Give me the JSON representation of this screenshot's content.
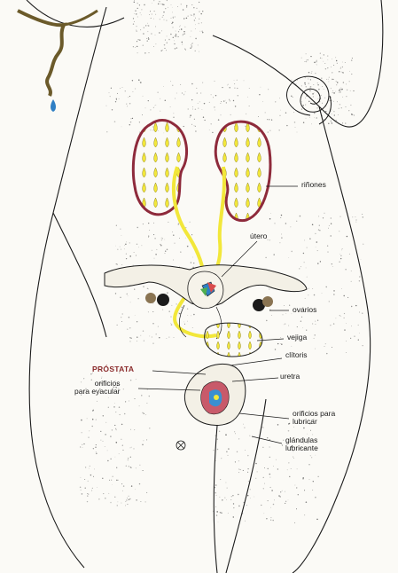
{
  "diagram": {
    "labels": {
      "rinones": "riñones",
      "utero": "útero",
      "ovarios": "ovarios",
      "vejiga": "vejiga",
      "clitoris": "clítoris",
      "prostata": "PRÓSTATA",
      "uretra": "uretra",
      "orificios_eyacular": "orificios\npara eyacular",
      "orificios_lubricar": "orificios para\nlubricar",
      "glandulas_lubricante": "glándulas\nlubricante"
    },
    "colors": {
      "line": "#1b1b1b",
      "yellow": "#f2e73a",
      "kidney_fill": "#fffbe4",
      "kidney_border": "#8e2a3b",
      "accent": "#8a2a2a",
      "stipple": "#3a3a3a",
      "root_fill": "#b4a97c",
      "drop_blue": "#2f7fc4"
    }
  }
}
